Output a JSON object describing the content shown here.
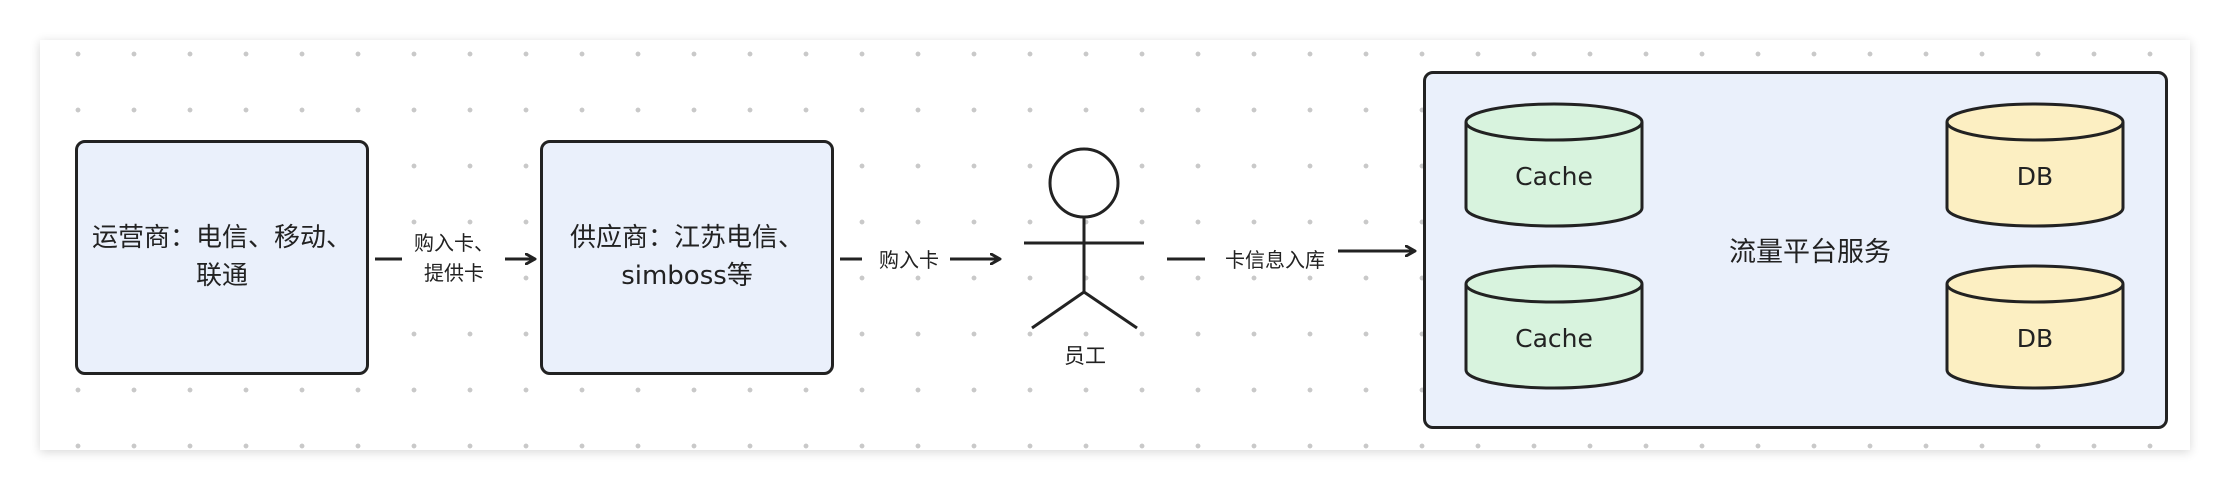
{
  "nodes": {
    "carrier": "运营商：电信、移动、联通",
    "supplier": "供应商：江苏电信、simboss等",
    "employee": "员工",
    "platform": "流量平台服务"
  },
  "stores": {
    "cache_top": "Cache",
    "cache_bottom": "Cache",
    "db_top": "DB",
    "db_bottom": "DB"
  },
  "edges": {
    "carrier_to_supplier": "购入卡、提供卡",
    "supplier_to_employee": "购入卡",
    "employee_to_platform": "卡信息入库"
  },
  "colors": {
    "node_fill": "#eaf0fb",
    "cache_fill": "#d8f3de",
    "db_fill": "#fcefc2",
    "stroke": "#222222"
  }
}
